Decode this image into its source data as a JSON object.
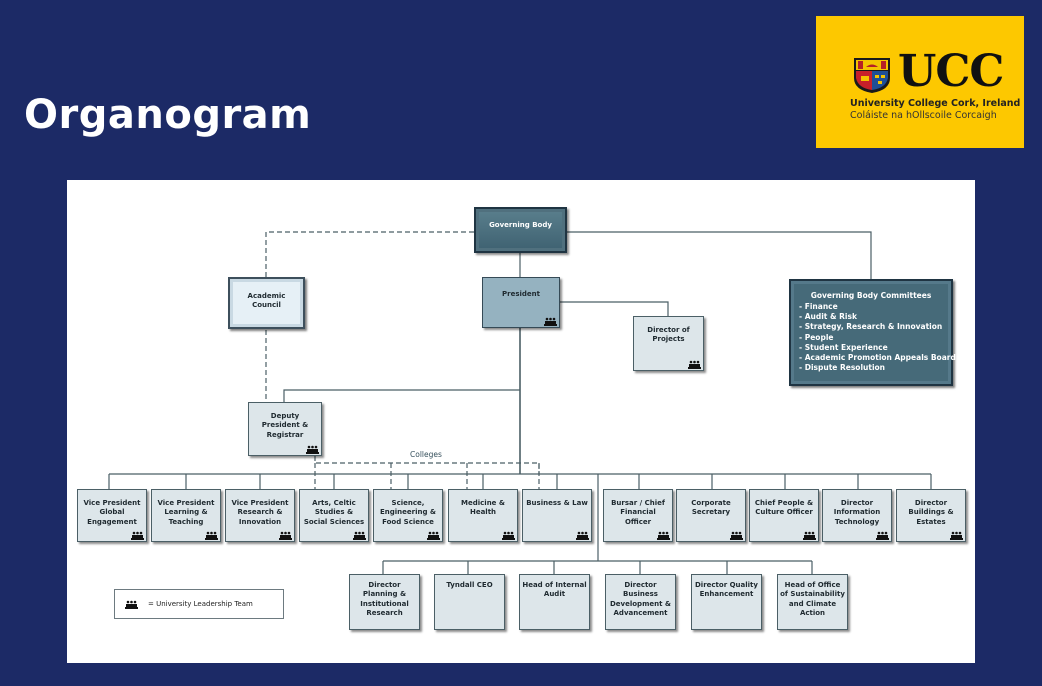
{
  "slide": {
    "title": "Organogram"
  },
  "logo": {
    "wordmark": "UCC",
    "line1": "University College Cork, Ireland",
    "line2": "Coláiste na hOllscoile Corcaigh",
    "background_color": "#fdc800"
  },
  "colors": {
    "slide_background": "#1c2a66",
    "governing_body": "#466a79",
    "president": "#95b2c0",
    "standard_box": "#dde6ea",
    "academic_council": "#e6f0f6",
    "connector": "#4b5f66"
  },
  "org": {
    "governing_body": "Governing Body",
    "academic_council": "Academic Council",
    "president": "President",
    "director_of_projects": "Director of Projects",
    "deputy_president": "Deputy President & Registrar",
    "committees": {
      "title": "Governing Body Committees",
      "items": [
        "- Finance",
        "- Audit & Risk",
        "- Strategy, Research & Innovation",
        "- People",
        "- Student Experience",
        "- Academic Promotion Appeals Board",
        "- Dispute Resolution"
      ]
    },
    "colleges_label": "Colleges",
    "row1": [
      "Vice President Global Engagement",
      "Vice President Learning & Teaching",
      "Vice President Research & Innovation",
      "Arts, Celtic Studies & Social Sciences",
      "Science, Engineering & Food Science",
      "Medicine & Health",
      "Business & Law",
      "Bursar / Chief Financial Officer",
      "Corporate Secretary",
      "Chief People & Culture Officer",
      "Director Information Technology",
      "Director Buildings & Estates"
    ],
    "row2": [
      "Director Planning & Institutional Research",
      "Tyndall CEO",
      "Head of Internal Audit",
      "Director Business Development & Advancement",
      "Director Quality Enhancement",
      "Head of Office of Sustainability and Climate Action"
    ]
  },
  "legend": {
    "icon": "university-leadership-team-icon",
    "text": "= University Leadership Team"
  }
}
